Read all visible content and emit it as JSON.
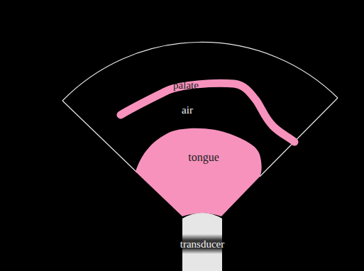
{
  "diagram": {
    "nodes": [
      {
        "text": [
          "palate"
        ]
      },
      {
        "text": [
          "tongue"
        ]
      },
      {
        "text": [
          "transducer"
        ]
      }
    ],
    "labels": [
      "air"
    ]
  }
}
